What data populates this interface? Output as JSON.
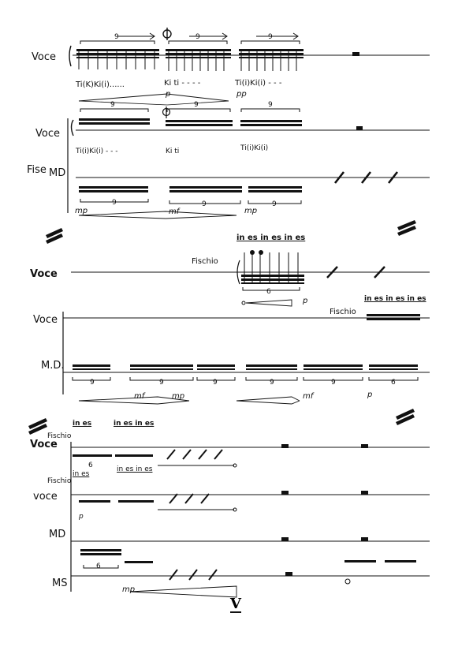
{
  "instruments": {
    "voce": "Voce",
    "fise": "Fise",
    "md": "MD",
    "md_dot": "M.D.",
    "ms": "MS",
    "voce_lower": "voce"
  },
  "techniques": {
    "fischio": "Fischio"
  },
  "syllables": {
    "tikki_1": "Ti(K)Ki(i)......",
    "kiti": "Ki ti - - - -",
    "tikki_2": "Ti(i)Ki(i) - - -",
    "tikki_3": "Ti(i)Ki(i) - - -",
    "kiti_2": "Ki ti",
    "tikki_4": "Ti(i)Ki(i)",
    "in_es_1": "in es in es in es",
    "in_es_2": "in es in es in es",
    "in_es_3": "in es",
    "in_es_4": "in es in es",
    "in_es_5": "in es",
    "in_es_6": "in es in es"
  },
  "dynamics": {
    "p": "p",
    "pp": "pp",
    "mp": "mp",
    "mf": "mf"
  },
  "tuplets": {
    "nine": "9",
    "six": "6"
  },
  "page_number": "V"
}
